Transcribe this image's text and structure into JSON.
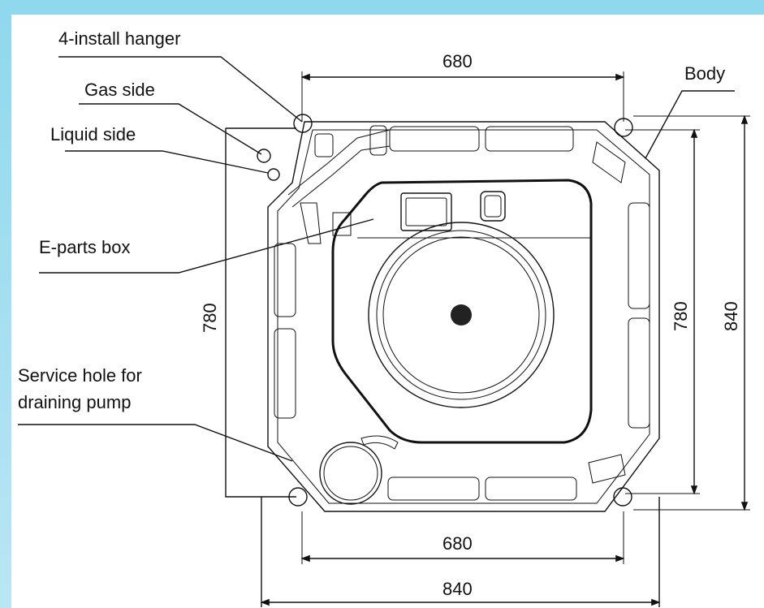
{
  "labels": {
    "install_hanger": "4-install hanger",
    "gas_side": "Gas side",
    "liquid_side": "Liquid side",
    "e_parts_box": "E-parts box",
    "service_hole_line1": "Service hole for",
    "service_hole_line2": "draining pump",
    "body": "Body"
  },
  "dimensions": {
    "top_width": "680",
    "bottom_inner_width": "680",
    "bottom_outer_width": "840",
    "left_height": "780",
    "right_inner_height": "780",
    "right_outer_height": "840"
  },
  "colors": {
    "background": "#b9e6f4",
    "paper": "#ffffff",
    "line": "#111111"
  }
}
